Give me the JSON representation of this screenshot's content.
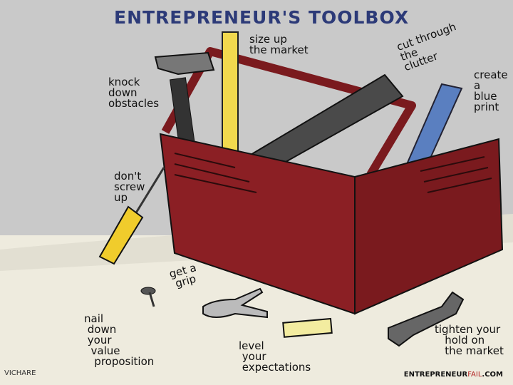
{
  "title": "ENTREPRENEUR'S TOOLBOX",
  "labels": {
    "hammer": "knock\ndown\nobstacles",
    "ruler": "size up\nthe market",
    "saw": "cut through\nthe\nclutter",
    "blueprint": "create\na\nblue\nprint",
    "screwdriver": "don't\nscrew\nup",
    "nail": "nail\n down\n your\n  value\n   proposition",
    "pliers": "get a\n grip",
    "level": "level\n your\n expectations",
    "wrench": "tighten your\n   hold on\n   the market"
  },
  "signature": "VICHARE",
  "site": {
    "prefix": "ENTREPRENEUR",
    "highlight": "FAIL",
    "suffix": ".COM"
  },
  "colors": {
    "toolbox": "#8b1f24",
    "title": "#2c3a78",
    "ruler": "#f2d94e",
    "blueprint": "#5a7fc0",
    "wall": "#c9c9c9",
    "floor": "#eeebde"
  }
}
